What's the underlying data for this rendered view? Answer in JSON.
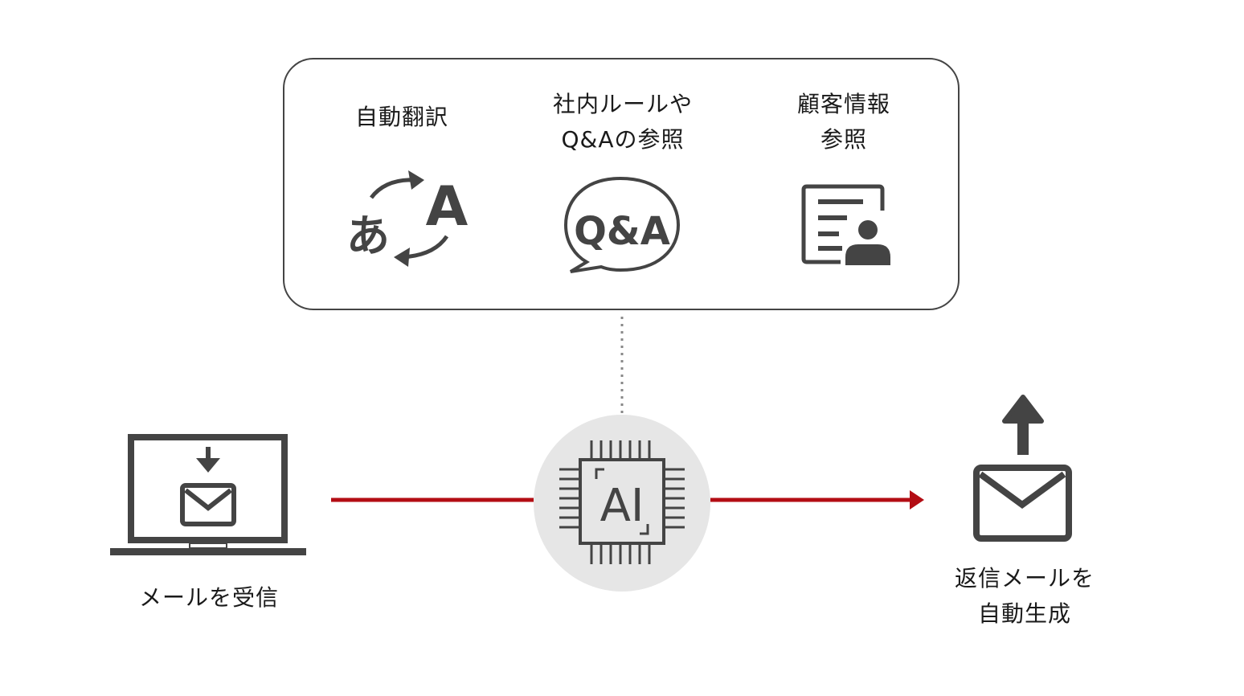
{
  "features": {
    "translate": {
      "line1": "自動翻訳",
      "icon": "translate-icon"
    },
    "rules": {
      "line1": "社内ルールや",
      "line2": "Q&Aの参照",
      "icon": "qa-bubble-icon",
      "icon_text": "Q&A"
    },
    "customer": {
      "line1": "顧客情報",
      "line2": "参照",
      "icon": "customer-profile-icon"
    }
  },
  "translate_icon_chars": {
    "ja": "あ",
    "en": "A"
  },
  "ai_chip": {
    "text": "AI",
    "icon": "ai-chip-icon"
  },
  "receive": {
    "label": "メールを受信",
    "icon": "laptop-mail-icon"
  },
  "reply": {
    "line1": "返信メールを",
    "line2": "自動生成",
    "icon": "send-mail-icon"
  },
  "colors": {
    "flow_arrow": "#b30d14",
    "icon": "#444444",
    "chip_bg": "#e6e6e6",
    "connector": "#888888"
  }
}
